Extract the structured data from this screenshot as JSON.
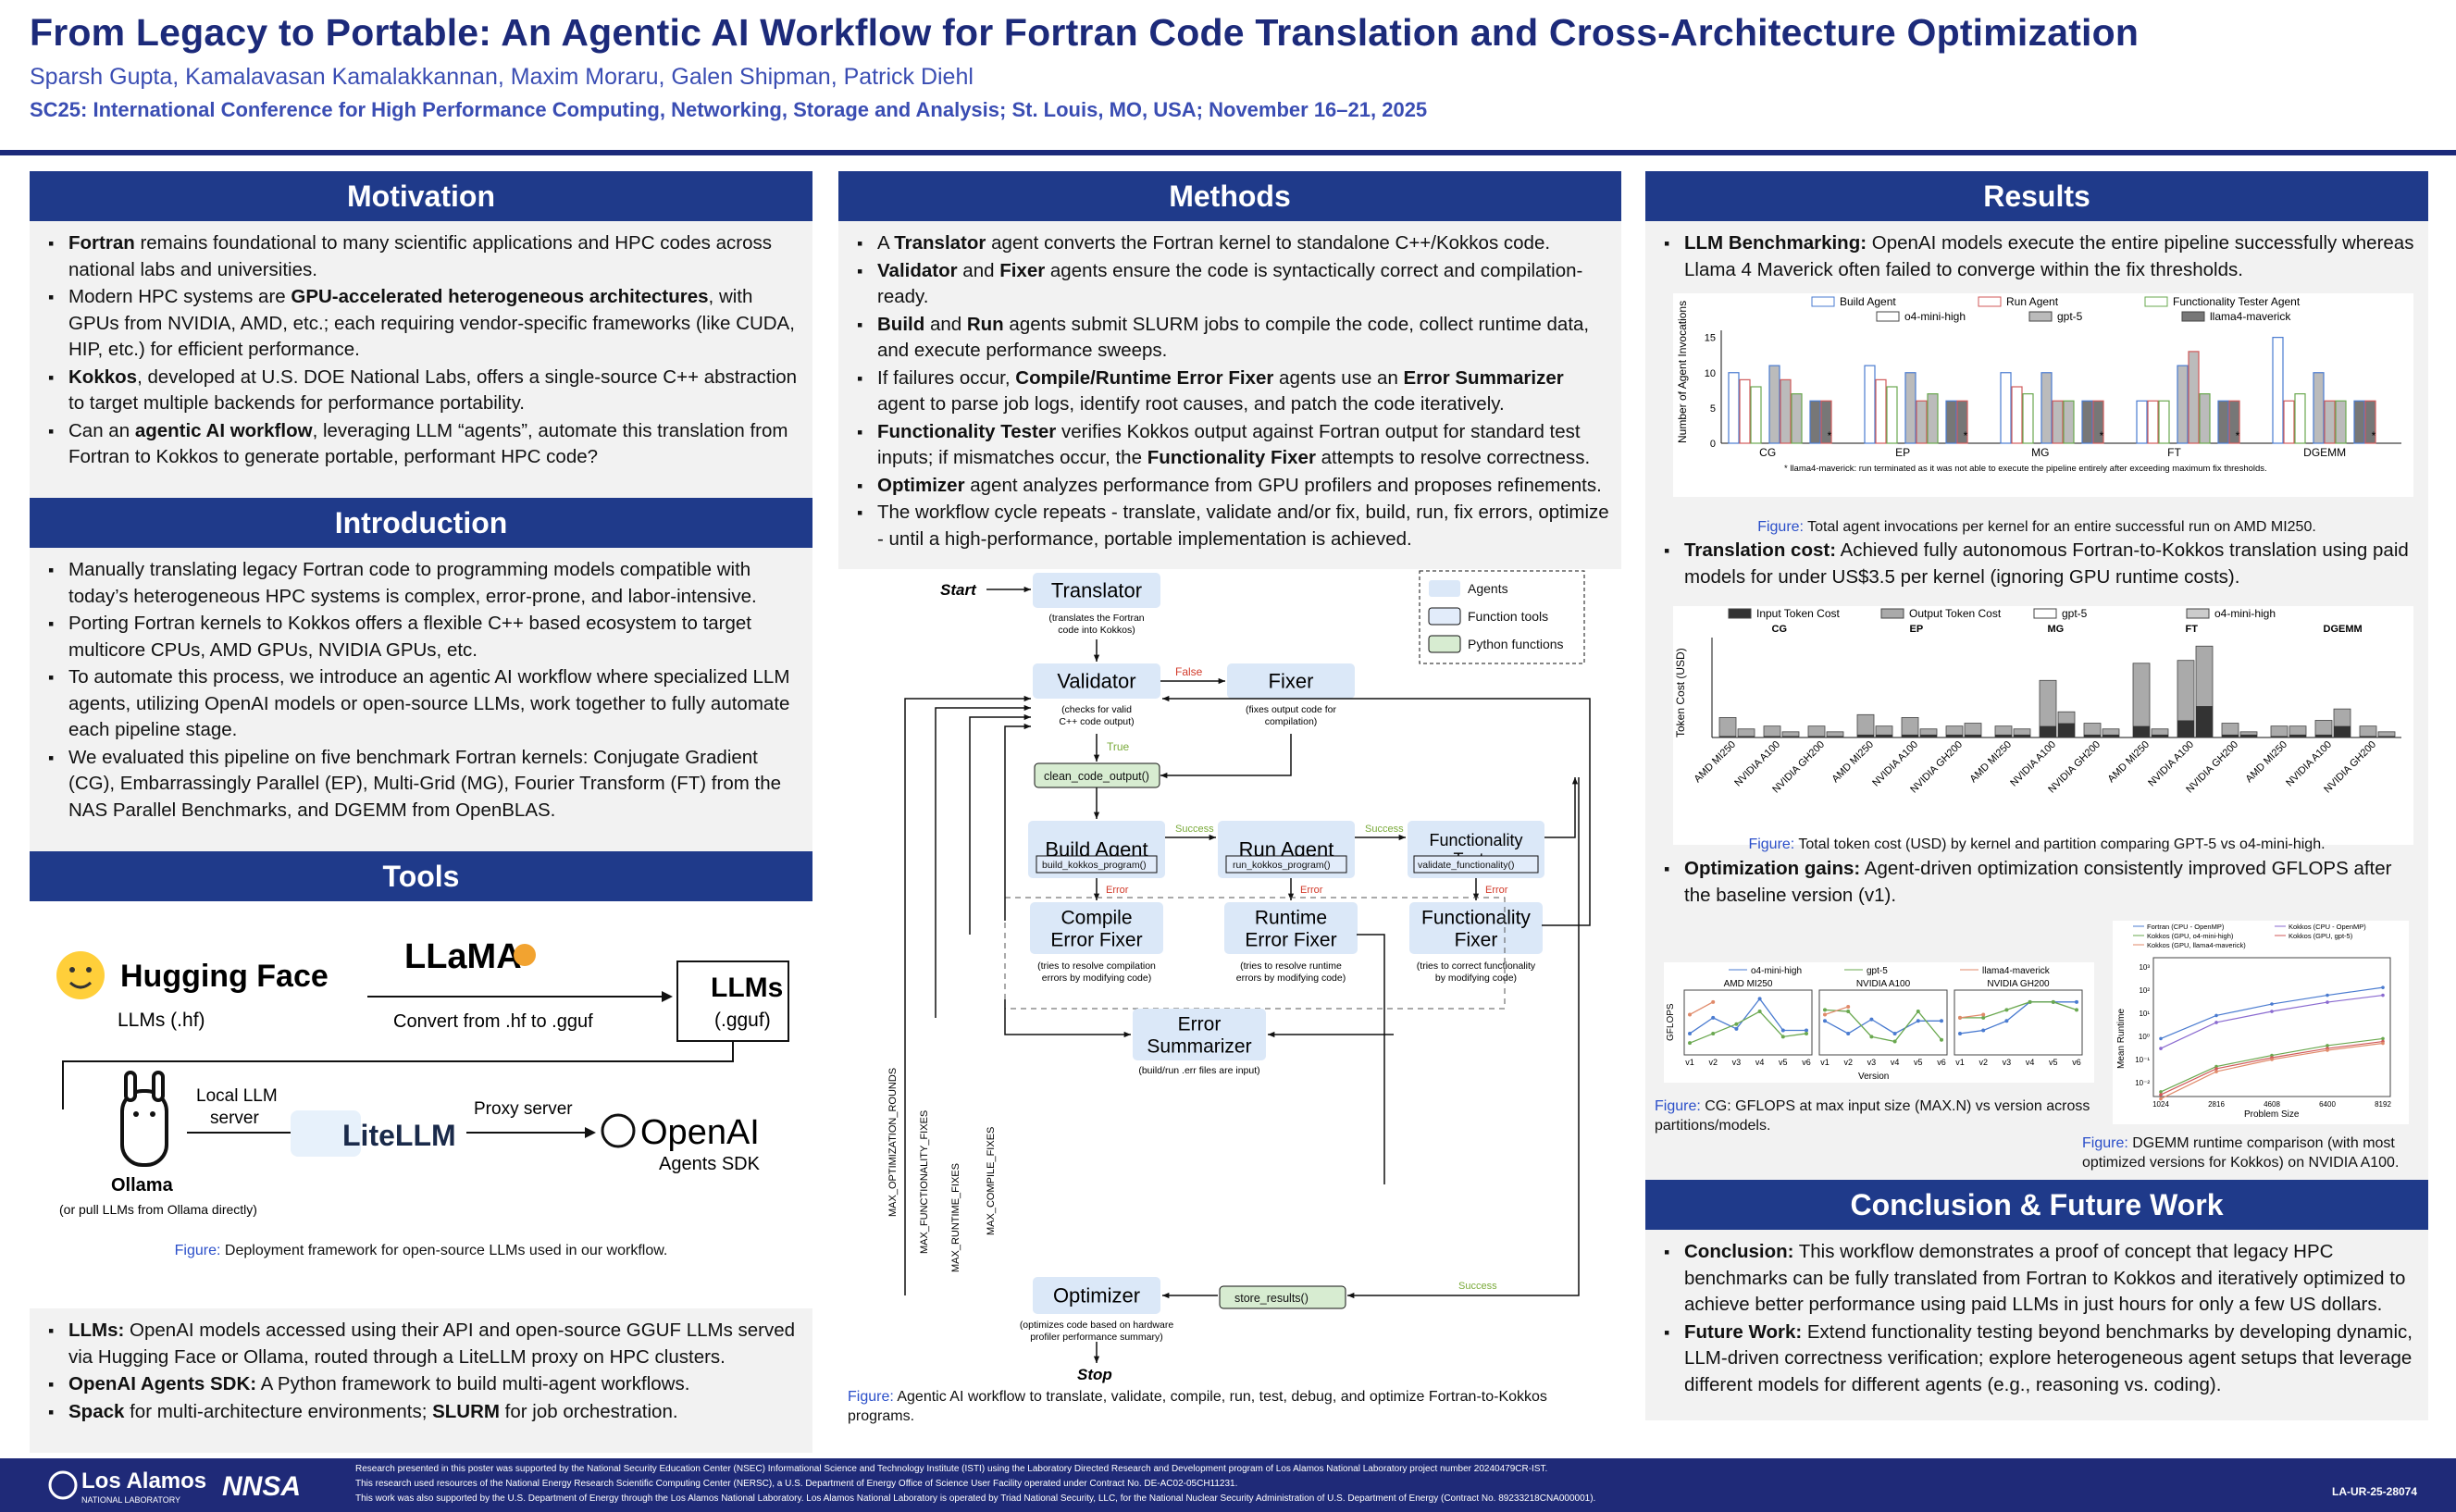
{
  "header": {
    "title": "From Legacy to Portable: An Agentic AI Workflow for Fortran Code Translation and Cross-Architecture Optimization",
    "authors": "Sparsh Gupta, Kamalavasan Kamalakkannan, Maxim Moraru, Galen Shipman, Patrick Diehl",
    "conference": "SC25: International Conference for High Performance Computing, Networking, Storage and Analysis; St. Louis, MO, USA; November 16–21, 2025"
  },
  "motivation": {
    "title": "Motivation",
    "items": [
      {
        "b": "Fortran",
        "t": " remains foundational to many scientific applications and HPC codes across national labs and universities."
      },
      {
        "a": "Modern HPC systems are ",
        "b": "GPU-accelerated heterogeneous architectures",
        "t": ", with GPUs from NVIDIA, AMD, etc.; each requiring vendor-specific frameworks (like CUDA, HIP, etc.) for efficient performance."
      },
      {
        "b": "Kokkos",
        "t": ", developed at U.S. DOE National Labs, offers a single-source C++ abstraction to target multiple backends for performance portability."
      },
      {
        "a": "Can an ",
        "b": "agentic AI workflow",
        "t": ", leveraging LLM “agents”, automate this translation from Fortran to Kokkos to generate portable, performant HPC code?"
      }
    ]
  },
  "introduction": {
    "title": "Introduction",
    "items": [
      "Manually translating legacy Fortran code to programming models compatible with today’s heterogeneous HPC systems is complex, error-prone, and labor-intensive.",
      "Porting Fortran kernels to Kokkos offers a flexible C++ based ecosystem to target multicore CPUs, AMD GPUs, NVIDIA GPUs, etc.",
      "To automate this process, we introduce an agentic AI workflow where specialized LLM agents, utilizing OpenAI models or open-source LLMs, work together to fully automate each pipeline stage.",
      "We evaluated this pipeline on five benchmark Fortran kernels: Conjugate Gradient (CG), Embarrassingly Parallel (EP), Multi-Grid (MG), Fourier Transform (FT) from the NAS Parallel Benchmarks, and DGEMM from OpenBLAS."
    ]
  },
  "tools": {
    "title": "Tools",
    "hf_name": "Hugging Face",
    "hf_sub": "LLMs (.hf)",
    "llama_logo": "LLaMA",
    "convert": "Convert from .hf to .gguf",
    "llms_box": "LLMs",
    "llms_sub": "(.gguf)",
    "local": "Local LLM",
    "server": "server",
    "ollama": "Ollama",
    "ollama_sub": "(or pull LLMs from Ollama directly)",
    "litellm": "LiteLLM",
    "proxy": "Proxy server",
    "openai": "OpenAI",
    "agents_sdk": "Agents SDK",
    "fig_label": "Figure:",
    "fig_caption": "Deployment framework for open-source LLMs used in our workflow.",
    "items": [
      {
        "b": "LLMs:",
        "t": " OpenAI models accessed using their API and open-source GGUF LLMs served via Hugging Face or Ollama, routed through a LiteLLM proxy on HPC clusters."
      },
      {
        "b": "OpenAI Agents SDK:",
        "t": " A Python framework to build multi-agent workflows."
      },
      {
        "b": "Spack",
        "t": " for multi-architecture environments; ",
        "b2": "SLURM",
        "t2": " for job orchestration."
      }
    ]
  },
  "methods": {
    "title": "Methods",
    "items": [
      {
        "a": "A ",
        "b": "Translator",
        "t": " agent converts the Fortran kernel to standalone C++/Kokkos code."
      },
      {
        "b": "Validator",
        "a2": " and ",
        "b2": "Fixer",
        "t": " agents ensure the code is syntactically correct and compilation-ready."
      },
      {
        "b": "Build",
        "a2": " and ",
        "b2": "Run",
        "t": " agents submit SLURM jobs to compile the code, collect runtime data, and execute performance sweeps."
      },
      {
        "a": "If failures occur, ",
        "b": "Compile/Runtime Error Fixer",
        "a2": " agents use an ",
        "b2": "Error Summarizer",
        "t": " agent to parse job logs, identify root causes, and patch the code iteratively."
      },
      {
        "b": "Functionality Tester",
        "a2": " verifies Kokkos output against Fortran output for standard test inputs; if mismatches occur, the ",
        "b2": "Functionality Fixer",
        "t": " attempts to resolve correctness."
      },
      {
        "b": "Optimizer",
        "t": " agent analyzes performance from GPU profilers and proposes refinements."
      },
      {
        "a": "The workflow cycle repeats - translate, validate and/or fix, build, run, fix errors, optimize - until a high-performance, portable implementation is achieved."
      }
    ],
    "flow": {
      "start": "Start",
      "stop": "Stop",
      "translator": "Translator",
      "translator_sub": [
        "(translates the Fortran",
        "code into Kokkos)"
      ],
      "validator": "Validator",
      "validator_sub": [
        "(checks for valid",
        "C++ code output)"
      ],
      "false": "False",
      "true": "True",
      "fixer": "Fixer",
      "fixer_sub": [
        "(fixes output code for",
        "compilation)"
      ],
      "clean": "clean_code_output()",
      "build": "Build Agent",
      "build_fn": "build_kokkos_program()",
      "run": "Run Agent",
      "run_fn": "run_kokkos_program()",
      "ft": [
        "Functionality",
        "Tester"
      ],
      "ft_fn": "validate_functionality()",
      "success": "Success",
      "error": "Error",
      "cef": [
        "Compile",
        "Error Fixer"
      ],
      "cef_sub": [
        "(tries to resolve compilation",
        "errors by modifying code)"
      ],
      "ref": [
        "Runtime",
        "Error Fixer"
      ],
      "ref_sub": [
        "(tries to resolve runtime",
        "errors by modifying code)"
      ],
      "ff": [
        "Functionality",
        "Fixer"
      ],
      "ff_sub": [
        "(tries to correct functionality",
        "by modifying code)"
      ],
      "es": [
        "Error",
        "Summarizer"
      ],
      "es_sub": "(build/run .err files are input)",
      "optimizer": "Optimizer",
      "opt_sub": [
        "(optimizes code based on hardware",
        "profiler performance summary)"
      ],
      "store": "store_results()",
      "loops": [
        "MAX_OPTIMIZATION_ROUNDS",
        "MAX_FUNCTIONALITY_FIXES",
        "MAX_RUNTIME_FIXES",
        "MAX_COMPILE_FIXES"
      ],
      "legend": [
        "Agents",
        "Function tools",
        "Python functions"
      ]
    },
    "fig_label": "Figure:",
    "fig_caption": "Agentic AI workflow to translate, validate, compile, run, test, debug, and optimize Fortran-to-Kokkos programs."
  },
  "results": {
    "title": "Results",
    "p1": {
      "b": "LLM Benchmarking:",
      "t": " OpenAI models execute the entire pipeline successfully whereas Llama 4 Maverick often failed to converge within the fix thresholds."
    },
    "fig1_label": "Figure:",
    "fig1_caption": "Total agent invocations per kernel for an entire successful run on AMD MI250.",
    "p2": {
      "b": "Translation cost:",
      "t": " Achieved fully autonomous Fortran-to-Kokkos translation using paid models for under US$3.5 per kernel (ignoring GPU runtime costs)."
    },
    "fig2_label": "Figure:",
    "fig2_caption": "Total token cost (USD) by kernel and partition comparing GPT-5 vs o4-mini-high.",
    "p3": {
      "b": "Optimization gains:",
      "t": " Agent-driven optimization consistently improved GFLOPS after the baseline version (v1)."
    },
    "fig3_label": "Figure:",
    "fig3_caption": "CG: GFLOPS at max input size (MAX.N) vs version across partitions/models.",
    "fig4_label": "Figure:",
    "fig4_caption": "DGEMM runtime comparison (with most optimized versions for Kokkos) on NVIDIA A100."
  },
  "conclusion": {
    "title": "Conclusion & Future Work",
    "items": [
      {
        "b": "Conclusion:",
        "t": " This workflow demonstrates a proof of concept that legacy HPC benchmarks can be fully translated from Fortran to Kokkos and iteratively optimized to achieve better performance using paid LLMs in just hours for only a few US dollars."
      },
      {
        "b": "Future Work:",
        "t": " Extend functionality testing beyond benchmarks by developing dynamic, LLM-driven correctness verification; explore heterogeneous agent setups that leverage different models for different agents (e.g., reasoning vs. coding)."
      }
    ]
  },
  "footer": {
    "lanl": "Los Alamos",
    "lanl_sub": "NATIONAL LABORATORY",
    "nnsa": "NNSA",
    "lines": [
      "Research presented in this poster was supported by the National Security Education Center (NSEC) Informational Science and Technology Institute (ISTI) using the Laboratory Directed Research and Development program of Los Alamos National Laboratory project number 20240479CR-IST.",
      "This research used resources of the National Energy Research Scientific Computing Center (NERSC), a U.S. Department of Energy Office of Science User Facility operated under Contract No. DE-AC02-05CH11231.",
      "This work was also supported by the U.S. Department of Energy through the Los Alamos National Laboratory. Los Alamos National Laboratory is operated by Triad National Security, LLC, for the National Nuclear Security Administration of U.S. Department of Energy (Contract No. 89233218CNA000001)."
    ],
    "id": "LA-UR-25-28074"
  },
  "chart_data": [
    {
      "type": "bar",
      "title": "",
      "ylabel": "Number of Agent Invocations",
      "categories": [
        "CG",
        "EP",
        "MG",
        "FT",
        "DGEMM"
      ],
      "series": [
        {
          "name": "Build Agent",
          "values": [
            [
              10,
              11,
              6
            ],
            [
              11,
              10,
              6
            ],
            [
              10,
              10,
              6
            ],
            [
              6,
              11,
              6
            ],
            [
              15,
              10,
              6
            ]
          ]
        },
        {
          "name": "Run Agent",
          "values": [
            [
              9,
              9,
              6
            ],
            [
              9,
              6,
              6
            ],
            [
              8,
              6,
              6
            ],
            [
              6,
              13,
              6
            ],
            [
              6,
              6,
              6
            ]
          ]
        },
        {
          "name": "Functionality Tester Agent",
          "values": [
            [
              8,
              7,
              null
            ],
            [
              8,
              7,
              null
            ],
            [
              7,
              6,
              null
            ],
            [
              6,
              7,
              null
            ],
            [
              7,
              6,
              null
            ]
          ]
        }
      ],
      "model_order": [
        "o4-mini-high",
        "gpt-5",
        "llama4-maverick"
      ],
      "ylim": [
        0,
        16
      ],
      "yticks": [
        0,
        5,
        10,
        15
      ],
      "footnote": "* llama4-maverick: run terminated as it was not able to execute the pipeline entirely after exceeding maximum fix thresholds."
    },
    {
      "type": "bar",
      "ylabel": "Token Cost (USD)",
      "groups": [
        "CG",
        "EP",
        "MG",
        "FT",
        "DGEMM"
      ],
      "partitions": [
        "AMD MI250",
        "NVIDIA A100",
        "NVIDIA GH200"
      ],
      "legend": [
        "Input Token Cost",
        "Output Token Cost",
        "gpt-5",
        "o4-mini-high"
      ],
      "gpt5_output": [
        [
          0.7,
          0.4,
          0.4
        ],
        [
          0.8,
          0.7,
          0.4
        ],
        [
          0.4,
          2.0,
          0.5
        ],
        [
          2.6,
          2.7,
          0.5
        ],
        [
          0.4,
          0.6,
          0.4
        ]
      ],
      "o4_output": [
        [
          0.3,
          0.2,
          0.2
        ],
        [
          0.4,
          0.3,
          0.5
        ],
        [
          0.3,
          0.9,
          0.3
        ],
        [
          0.3,
          3.2,
          0.2
        ],
        [
          0.4,
          1.0,
          0.2
        ]
      ],
      "gpt5_input": [
        [
          0.05,
          0.05,
          0.05
        ],
        [
          0.1,
          0.1,
          0.1
        ],
        [
          0.1,
          0.4,
          0.1
        ],
        [
          0.4,
          0.6,
          0.1
        ],
        [
          0.05,
          0.1,
          0.05
        ]
      ],
      "o4_input": [
        [
          0.05,
          0.05,
          0.05
        ],
        [
          0.1,
          0.1,
          0.1
        ],
        [
          0.1,
          0.5,
          0.1
        ],
        [
          0.1,
          1.1,
          0.1
        ],
        [
          0.1,
          0.4,
          0.05
        ]
      ],
      "ylim": [
        0,
        3.5
      ]
    },
    {
      "type": "line",
      "ylabel": "GFLOPS",
      "xlabel": "Version",
      "panels": [
        "AMD MI250",
        "NVIDIA A100",
        "NVIDIA GH200"
      ],
      "x": [
        "v1",
        "v2",
        "v3",
        "v4",
        "v5",
        "v6"
      ],
      "series": [
        {
          "name": "o4-mini-high",
          "values": [
            [
              1.0,
              2.0,
              1.3,
              3.2,
              1.2,
              1.2
            ],
            [
              1.8,
              1.0,
              1.9,
              1.0,
              1.8,
              1.8
            ],
            [
              1.0,
              1.2,
              1.8,
              3.0,
              3.0,
              3.0
            ]
          ]
        },
        {
          "name": "gpt-5",
          "values": [
            [
              0.4,
              1.0,
              1.6,
              2.4,
              0.8,
              1.0
            ],
            [
              2.5,
              2.4,
              0.8,
              0.5,
              2.4,
              0.6
            ],
            [
              2.0,
              2.0,
              2.5,
              3.0,
              3.0,
              2.5
            ]
          ]
        },
        {
          "name": "llama4-maverick",
          "values": [
            [
              2.2,
              3.0,
              null,
              null,
              null,
              null
            ],
            [
              2.2,
              2.7,
              null,
              null,
              null,
              null
            ],
            [
              2.0,
              2.2,
              null,
              null,
              null,
              null
            ]
          ]
        }
      ]
    },
    {
      "type": "line",
      "xlabel": "Problem Size",
      "ylabel": "Mean Runtime",
      "x": [
        1024,
        2816,
        4608,
        6400,
        8192
      ],
      "log_y": true,
      "legend": [
        "Fortran (CPU - OpenMP)",
        "Kokkos (CPU - OpenMP)",
        "Kokkos (GPU, o4-mini-high)",
        "Kokkos (GPU, gpt-5)",
        "Kokkos (GPU, llama4-maverick)"
      ],
      "series": [
        {
          "name": "Fortran (CPU - OpenMP)",
          "values": [
            0.8,
            8,
            25,
            60,
            130
          ]
        },
        {
          "name": "Kokkos (CPU - OpenMP)",
          "values": [
            0.3,
            4,
            12,
            30,
            60
          ]
        },
        {
          "name": "Kokkos (GPU, o4-mini-high)",
          "values": [
            0.004,
            0.05,
            0.15,
            0.4,
            0.8
          ]
        },
        {
          "name": "Kokkos (GPU, gpt-5)",
          "values": [
            0.003,
            0.04,
            0.12,
            0.3,
            0.6
          ]
        },
        {
          "name": "Kokkos (GPU, llama4-maverick)",
          "values": [
            0.002,
            0.03,
            0.1,
            0.25,
            0.5
          ]
        }
      ],
      "ytick_exps": [
        -2,
        -1,
        0,
        1,
        2,
        3
      ]
    }
  ],
  "colors": {
    "navy": "#1f3a8a",
    "title": "#1c2a7a",
    "agent": "#dbe8f8",
    "tool": "#e2ecfa",
    "py": "#d7ecd1",
    "red": "#d23a2a",
    "green": "#7aaa3a"
  }
}
